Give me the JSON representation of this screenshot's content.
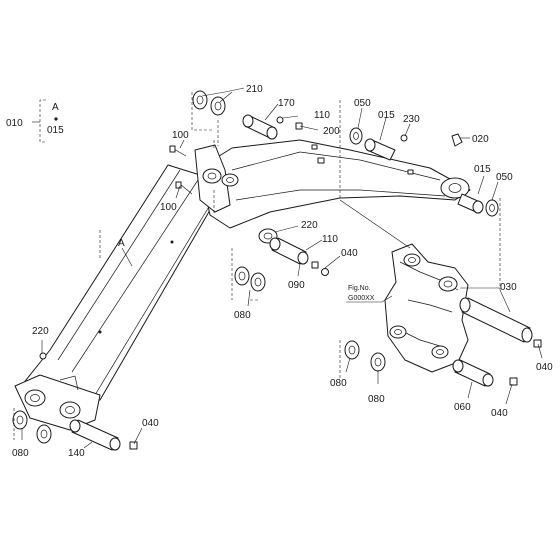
{
  "diagram": {
    "callouts": {
      "c010": "010",
      "c015_legend": "015",
      "cA_legend": "A",
      "c210": "210",
      "c170": "170",
      "c110_top": "110",
      "c200": "200",
      "c050_top": "050",
      "c015_top": "015",
      "c230": "230",
      "c020": "020",
      "c100_top": "100",
      "c100_mid": "100",
      "c015_right": "015",
      "c050_right": "050",
      "c220_mid": "220",
      "c110_mid": "110",
      "c040_mid": "040",
      "c090": "090",
      "cA_arm": "A",
      "c080_mid": "080",
      "c030": "030",
      "c220_left": "220",
      "c040_right": "040",
      "c080_b1": "080",
      "c080_b2": "080",
      "c060": "060",
      "c040_br": "040",
      "c080_bl": "080",
      "c140": "140",
      "c040_bot": "040"
    },
    "fig_ref": {
      "label": "Fig.No.",
      "number": "G000XX"
    }
  }
}
